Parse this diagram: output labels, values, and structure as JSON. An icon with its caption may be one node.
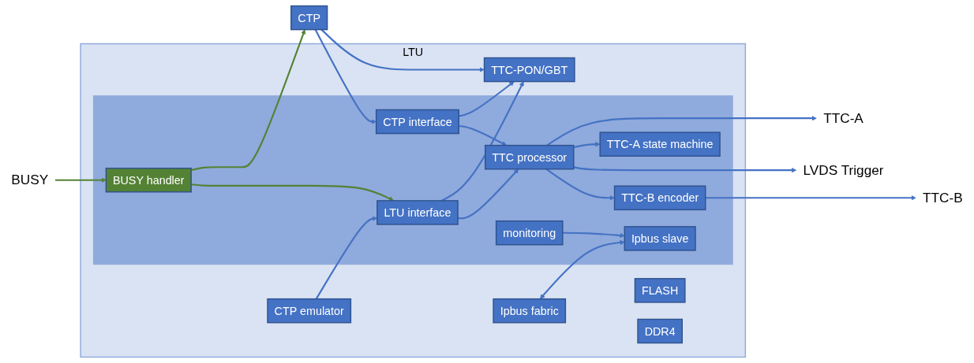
{
  "diagram": {
    "nodes": [
      {
        "text": [
          "CTP"
        ]
      },
      {
        "text": [
          "LTU"
        ]
      },
      {
        "text": [],
        "shape": "box",
        "in": 1
      },
      {
        "text": [
          "TTC-PON/GBT"
        ],
        "in": 1
      },
      {
        "text": [
          "FLASH"
        ],
        "in": 1
      },
      {
        "text": [
          "DDR4"
        ],
        "in": 1
      },
      {
        "text": [
          "CTP emulator"
        ],
        "in": 1
      },
      {
        "text": [
          "Ipbus fabric"
        ],
        "in": 1
      },
      {
        "text": [
          "BUSY handler"
        ],
        "in": 2
      },
      {
        "text": [
          "TTC-A state machine"
        ],
        "in": 2
      },
      {
        "text": [
          "CTP interface"
        ],
        "in": 2
      },
      {
        "text": [
          "TTC processor"
        ],
        "in": 2
      },
      {
        "text": [
          "LTU interface"
        ],
        "in": 2
      },
      {
        "text": [
          "TTC-B encoder"
        ],
        "in": 2
      },
      {
        "text": [
          "Ipbus slave"
        ],
        "in": 2
      },
      {
        "text": [
          "monitoring"
        ],
        "in": 2
      },
      {
        "text": [
          "BUSY"
        ]
      },
      {
        "text": [
          "TTC-A"
        ]
      },
      {
        "text": [
          "LVDS Trigger"
        ]
      },
      {
        "text": [
          "TTC-B"
        ]
      }
    ],
    "edges": [
      {
        "from": 0,
        "to": 3,
        "arrow": "to"
      },
      {
        "from": 0,
        "to": 10,
        "arrow": "to"
      },
      {
        "from": 8,
        "to": 0,
        "arrow": "to",
        "color": "#548235"
      },
      {
        "from": 16,
        "to": 8,
        "arrow": "to",
        "color": "#548235"
      },
      {
        "from": 8,
        "to": 12,
        "arrow": "to",
        "color": "#548235"
      },
      {
        "from": 10,
        "to": 3,
        "arrow": "to"
      },
      {
        "from": 12,
        "to": 3,
        "arrow": "to"
      },
      {
        "from": 10,
        "to": 11,
        "arrow": "to"
      },
      {
        "from": 12,
        "to": 11,
        "arrow": "to"
      },
      {
        "from": 6,
        "to": 12,
        "arrow": "to"
      },
      {
        "from": 7,
        "to": 14,
        "arrow": "both"
      },
      {
        "from": 15,
        "to": 14,
        "arrow": "to"
      },
      {
        "from": 11,
        "to": 17,
        "arrow": "to"
      },
      {
        "from": 11,
        "to": 9,
        "arrow": "to"
      },
      {
        "from": 11,
        "to": 18,
        "arrow": "to"
      },
      {
        "from": 11,
        "to": 13,
        "arrow": "to"
      },
      {
        "from": 13,
        "to": 19,
        "arrow": "to"
      }
    ]
  }
}
